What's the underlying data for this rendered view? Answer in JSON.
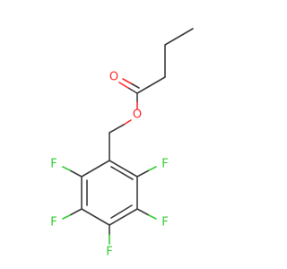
{
  "molecule": {
    "atoms": {
      "carbonyl_oxygen": "O",
      "ester_oxygen": "O",
      "fluorines": [
        "F",
        "F",
        "F",
        "F",
        "F"
      ]
    }
  },
  "colors": {
    "bond": "#3c3c3c",
    "oxygen": "#ff2a2a",
    "fluorine": "#33cc33",
    "background": "#ffffff"
  }
}
